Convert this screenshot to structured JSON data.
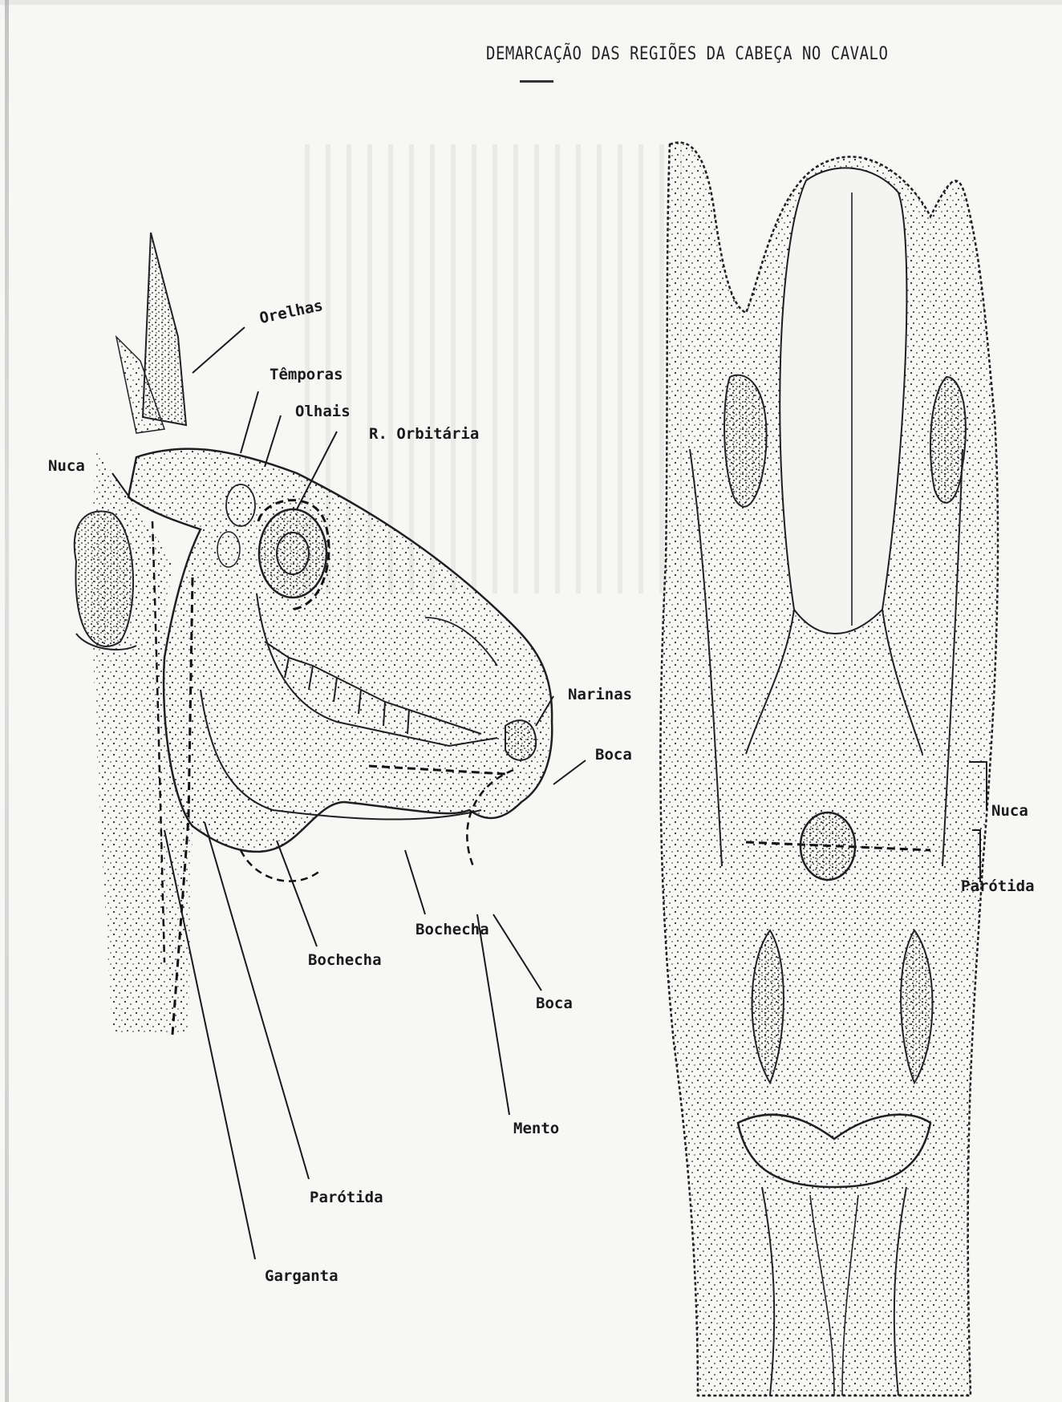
{
  "title": "DEMARCAÇÃO DAS REGIÕES DA CABEÇA NO CAVALO",
  "side_view": {
    "labels": {
      "orelhas": "Orelhas",
      "temporas": "Têmporas",
      "olhais": "Olhais",
      "orbitaria": "R. Orbitária",
      "nuca": "Nuca",
      "narinas": "Narinas",
      "boca_upper": "Boca",
      "bochecha_1": "Bochecha",
      "bochecha_2": "Bochecha",
      "boca_lower": "Boca",
      "mento": "Mento",
      "parotida": "Parótida",
      "garganta": "Garganta"
    }
  },
  "front_view": {
    "labels": {
      "nuca": "Nuca",
      "parotida": "Parótida"
    }
  },
  "colors": {
    "paper": "#f7f7f5",
    "ink": "#1b1b1b",
    "stipple": "#2a2a2a"
  }
}
